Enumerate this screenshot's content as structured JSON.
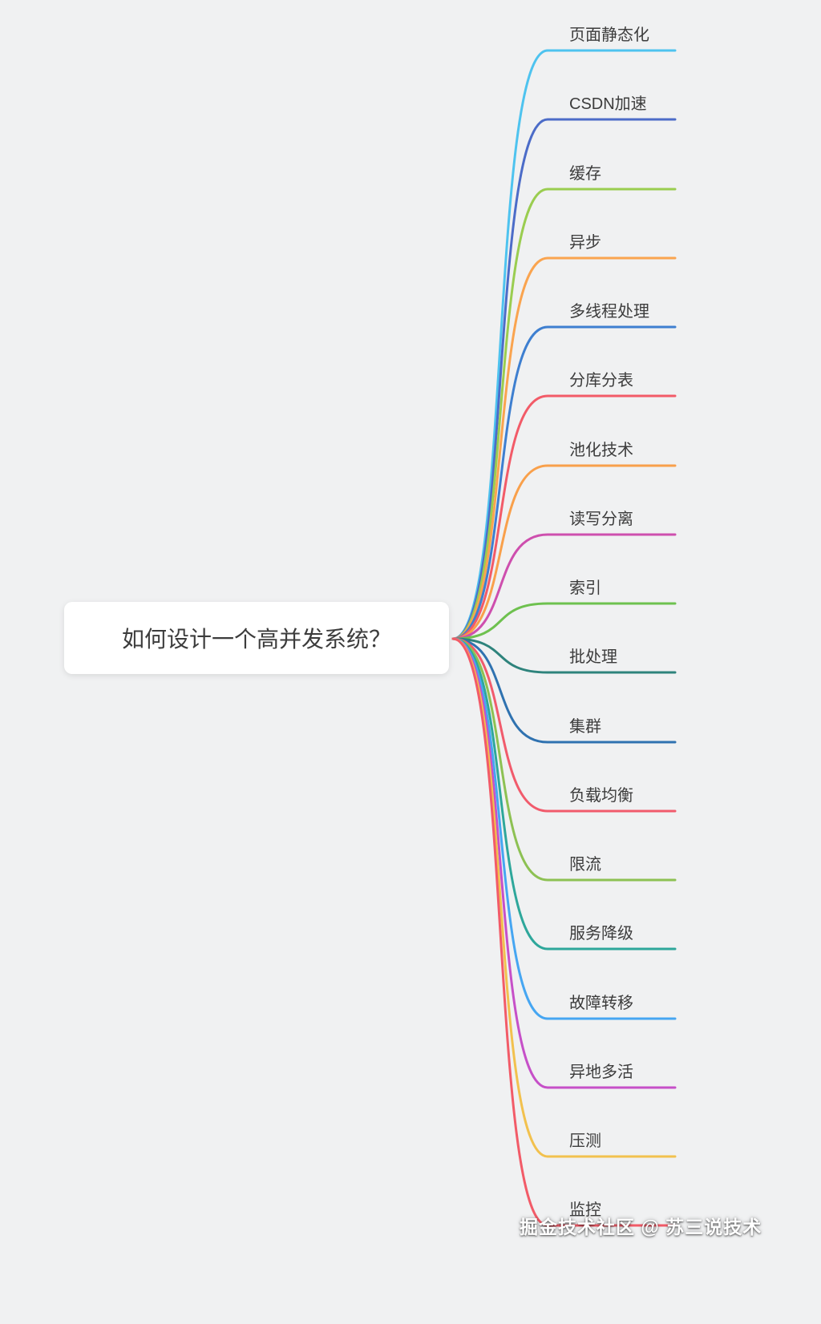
{
  "root": {
    "label": "如何设计一个高并发系统？"
  },
  "branches": [
    {
      "label": "页面静态化",
      "color": "#4EC3EF"
    },
    {
      "label": "CSDN加速",
      "color": "#4C6CC8"
    },
    {
      "label": "缓存",
      "color": "#9ACD50"
    },
    {
      "label": "异步",
      "color": "#FAA44F"
    },
    {
      "label": "多线程处理",
      "color": "#3E7FD0"
    },
    {
      "label": "分库分表",
      "color": "#F25B68"
    },
    {
      "label": "池化技术",
      "color": "#F9A04B"
    },
    {
      "label": "读写分离",
      "color": "#CE4FAE"
    },
    {
      "label": "索引",
      "color": "#6EC14F"
    },
    {
      "label": "批处理",
      "color": "#2E837C"
    },
    {
      "label": "集群",
      "color": "#2F72B0"
    },
    {
      "label": "负载均衡",
      "color": "#F15B6C"
    },
    {
      "label": "限流",
      "color": "#8DC153"
    },
    {
      "label": "服务降级",
      "color": "#2EA79B"
    },
    {
      "label": "故障转移",
      "color": "#46A6F2"
    },
    {
      "label": "异地多活",
      "color": "#C650C8"
    },
    {
      "label": "压测",
      "color": "#F2C14E"
    },
    {
      "label": "监控",
      "color": "#F25B68"
    }
  ],
  "watermark": {
    "text": "掘金技术社区 @ 苏三说技术"
  },
  "colors": {
    "background": "#f0f1f2",
    "node_fill": "#ffffff",
    "text": "#3c3c3c"
  }
}
